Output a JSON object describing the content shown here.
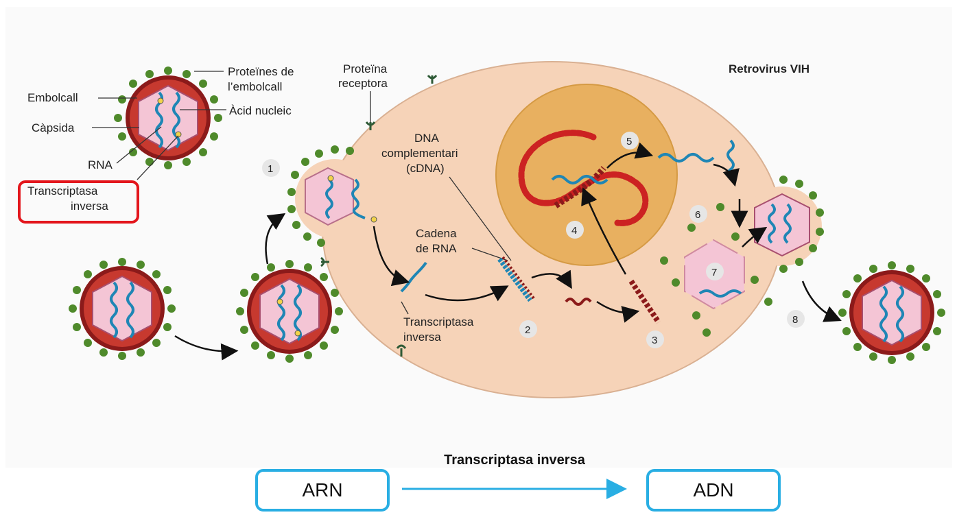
{
  "diagram": {
    "title": "Retrovirus VIH",
    "legend": {
      "envelope_proteins_line1": "Proteïnes de",
      "envelope_proteins_line2": "l’embolcall",
      "envelope": "Embolcall",
      "nucleic_acid": "Àcid nucleic",
      "capsid": "Càpsida",
      "rna": "RNA",
      "rt_line1": "Transcriptasa",
      "rt_line2": "inversa"
    },
    "cell_labels": {
      "receptor_line1": "Proteïna",
      "receptor_line2": "receptora",
      "cdna_line1": "DNA",
      "cdna_line2": "complementari",
      "cdna_line3": "(cDNA)",
      "rna_chain_line1": "Cadena",
      "rna_chain_line2": "de RNA",
      "rt_line1": "Transcriptasa",
      "rt_line2": "inversa"
    },
    "steps": [
      "1",
      "2",
      "3",
      "4",
      "5",
      "6",
      "7",
      "8"
    ],
    "colors": {
      "cell": "#f6d3b8",
      "nucleus": "#e8b060",
      "virus_ring": "#8b1a1a",
      "capsid": "#f4c5d5",
      "rna": "#1f86b5",
      "dna": "#cc2222",
      "spike": "#4f8a2b",
      "highlight": "#e3161c"
    }
  },
  "flow": {
    "label": "Transcriptasa inversa",
    "from": "ARN",
    "to": "ADN",
    "border_color": "#29aee3"
  }
}
